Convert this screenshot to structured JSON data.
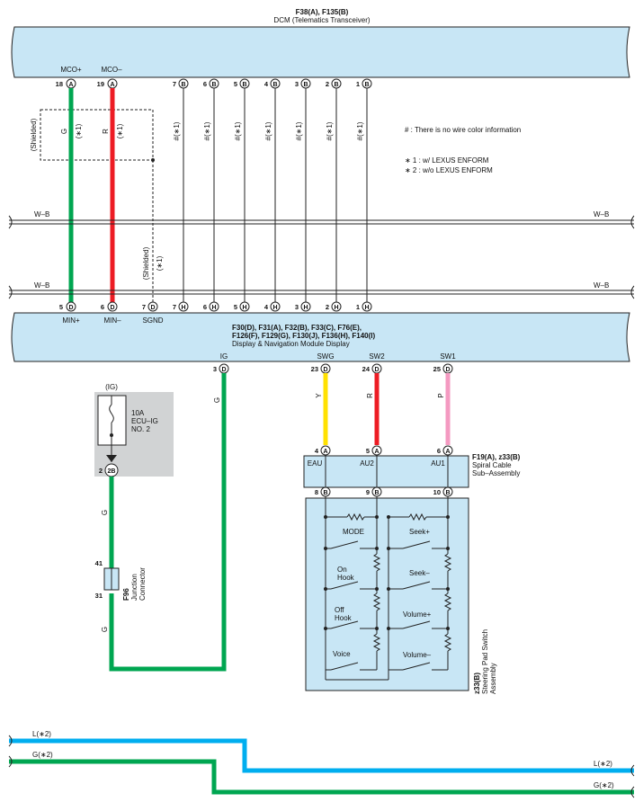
{
  "dcm": {
    "connector_ids": "F38(A), F135(B)",
    "name": "DCM (Telematics Transceiver)",
    "pins": [
      {
        "num": "18",
        "conn": "A",
        "signal": "MCO+"
      },
      {
        "num": "19",
        "conn": "A",
        "signal": "MCO–"
      },
      {
        "num": "7",
        "conn": "B"
      },
      {
        "num": "6",
        "conn": "B"
      },
      {
        "num": "5",
        "conn": "B"
      },
      {
        "num": "4",
        "conn": "B"
      },
      {
        "num": "3",
        "conn": "B"
      },
      {
        "num": "2",
        "conn": "B"
      },
      {
        "num": "1",
        "conn": "B"
      }
    ]
  },
  "wire_labels": {
    "shielded": "(Shielded)",
    "g": "G",
    "r": "R",
    "y": "Y",
    "p": "P",
    "note1": "(∗1)",
    "hash_note": "#(∗1)",
    "wb": "W–B"
  },
  "notes": {
    "no_color": "# : There is no wire color information",
    "n1": "∗ 1 : w/ LEXUS ENFORM",
    "n2": "∗ 2 : w/o LEXUS ENFORM"
  },
  "display": {
    "ids_line1": "F30(D), F31(A), F32(B), F33(C), F76(E),",
    "ids_line2": "F126(F), F129(G), F130(J), F136(H), F140(I)",
    "name": "Display & Navigation Module Display",
    "top_pins": [
      {
        "num": "5",
        "conn": "D",
        "signal": "MIN+"
      },
      {
        "num": "6",
        "conn": "D",
        "signal": "MIN–"
      },
      {
        "num": "7",
        "conn": "D",
        "signal": "SGND"
      },
      {
        "num": "7",
        "conn": "H"
      },
      {
        "num": "6",
        "conn": "H"
      },
      {
        "num": "5",
        "conn": "H"
      },
      {
        "num": "4",
        "conn": "H"
      },
      {
        "num": "3",
        "conn": "H"
      },
      {
        "num": "2",
        "conn": "H"
      },
      {
        "num": "1",
        "conn": "H"
      }
    ],
    "bottom_pins": [
      {
        "num": "3",
        "conn": "D",
        "signal": "IG"
      },
      {
        "num": "23",
        "conn": "D",
        "signal": "SWG"
      },
      {
        "num": "24",
        "conn": "D",
        "signal": "SW2"
      },
      {
        "num": "25",
        "conn": "D",
        "signal": "SW1"
      }
    ]
  },
  "fuse": {
    "source": "(IG)",
    "rating": "10A",
    "name_line1": "ECU–IG",
    "name_line2": "NO. 2",
    "pin_num": "2",
    "pin_conn": "2B"
  },
  "junction": {
    "id": "F96",
    "name_line1": "Junction",
    "name_line2": "Connector",
    "pin_top": "41",
    "pin_bottom": "31"
  },
  "spiral": {
    "ids": "F19(A), z33(B)",
    "name_line1": "Spiral Cable",
    "name_line2": "Sub–Assembly",
    "top_pins": [
      {
        "num": "4",
        "conn": "A",
        "signal": "EAU"
      },
      {
        "num": "5",
        "conn": "A",
        "signal": "AU2"
      },
      {
        "num": "6",
        "conn": "A",
        "signal": "AU1"
      }
    ],
    "bottom_pins": [
      {
        "num": "8",
        "conn": "B"
      },
      {
        "num": "9",
        "conn": "B"
      },
      {
        "num": "10",
        "conn": "B"
      }
    ]
  },
  "steering": {
    "id": "z33(B)",
    "name_line1": "Steering Pad Switch",
    "name_line2": "Assembly",
    "switches_left": [
      "MODE",
      "On",
      "Hook",
      "Off",
      "Hook",
      "Voice"
    ],
    "switches_right": [
      "Seek+",
      "Seek–",
      "Volume+",
      "Volume–"
    ]
  },
  "bottom_wires": {
    "l_label": "L(∗2)",
    "g_label": "G(∗2)"
  },
  "colors": {
    "panel": "#c8e6f5",
    "green": "#00a651",
    "red": "#ed1c24",
    "yellow": "#ffe100",
    "pink": "#f49ac1",
    "blue": "#00aeef",
    "fuse_bg": "#d1d3d4"
  }
}
